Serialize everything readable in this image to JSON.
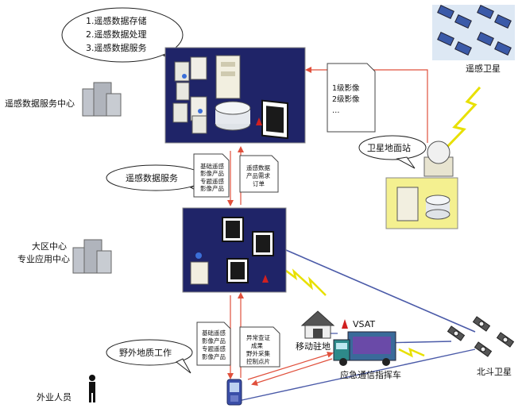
{
  "bubbles": {
    "top": [
      "1.遥感数据存储",
      "2.遥感数据处理",
      "3.遥感数据服务"
    ],
    "service": "遥感数据服务",
    "field_work": "野外地质工作",
    "ground_station": "卫星地面站"
  },
  "labels": {
    "center": "遥感数据服务中心",
    "regional_line1": "大区中心",
    "regional_line2": "专业应用中心",
    "rs_satellite": "遥感卫星",
    "vsat": "VSAT",
    "mobile_station": "移动驻地",
    "command_vehicle": "应急通信指挥车",
    "beidou": "北斗卫星",
    "field_staff": "外业人员"
  },
  "docs": {
    "images": [
      "1级影像",
      "2级影像",
      "…"
    ],
    "products": [
      "基础遥感",
      "影像产品",
      "专题遥感",
      "影像产品"
    ],
    "orders": [
      "遥感数据",
      "产品需求",
      "订单"
    ],
    "field_products": [
      "基础遥感",
      "影像产品",
      "专题遥感",
      "影像产品"
    ],
    "anomaly": [
      "异常查证",
      "成果",
      "野外采集",
      "控制点片"
    ]
  },
  "colors": {
    "panel": "#1f2468",
    "arrow": "#e0503c",
    "link_blue": "#4a5aa8",
    "lightning": "#e8e000",
    "station_fill": "#f4f090",
    "vehicle": "#2e8a8a"
  }
}
